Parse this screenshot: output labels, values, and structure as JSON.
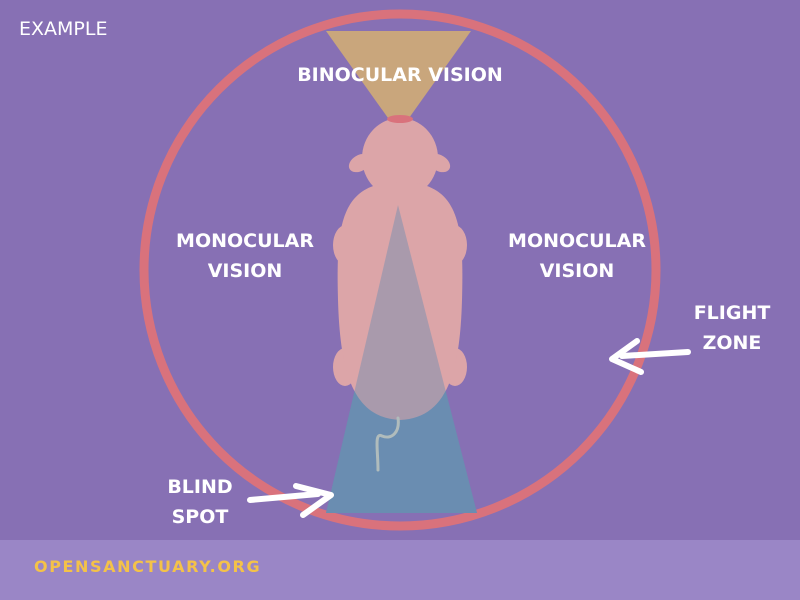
{
  "header": {
    "example_label": "EXAMPLE"
  },
  "diagram": {
    "binocular_label": "BINOCULAR VISION",
    "monocular_left": [
      "MONOCULAR",
      "VISION"
    ],
    "monocular_right": [
      "MONOCULAR",
      "VISION"
    ],
    "flight_zone": [
      "FLIGHT",
      "ZONE"
    ],
    "blind_spot": [
      "BLIND",
      "SPOT"
    ]
  },
  "footer": {
    "site": "OPENSANCTUARY.ORG"
  },
  "colors": {
    "background": "#8770b4",
    "ring": "#d9727c",
    "binocular_zone": "#c9a67c",
    "blind_zone": "#6a8db1",
    "animal": "#dca5a8",
    "footer_bg": "#9a86c6",
    "footer_text": "#f4c248"
  }
}
